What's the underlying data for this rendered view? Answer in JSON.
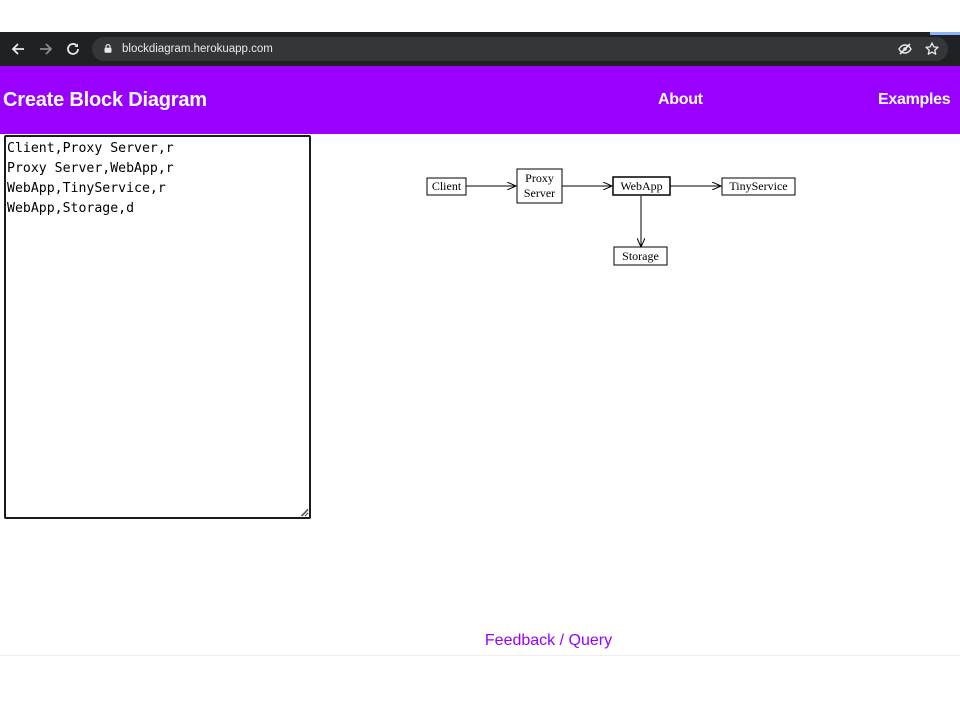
{
  "browser": {
    "url": "blockdiagram.herokuapp.com",
    "icons": {
      "back": "arrow-left-icon",
      "forward": "arrow-right-icon",
      "reload": "reload-icon",
      "lock": "lock-icon",
      "tracking": "eye-slash-icon",
      "bookmark": "star-icon"
    }
  },
  "header": {
    "brand": "Create Block Diagram",
    "nav": {
      "about": "About",
      "examples": "Examples"
    },
    "color": "#9900ff"
  },
  "editor": {
    "value": "Client,Proxy Server,r\nProxy Server,WebApp,r\nWebApp,TinyService,r\nWebApp,Storage,d"
  },
  "diagram": {
    "nodes": [
      {
        "id": "client",
        "lines": [
          "Client"
        ]
      },
      {
        "id": "proxy",
        "lines": [
          "Proxy",
          "Server"
        ]
      },
      {
        "id": "webapp",
        "lines": [
          "WebApp"
        ]
      },
      {
        "id": "tinyservice",
        "lines": [
          "TinyService"
        ]
      },
      {
        "id": "storage",
        "lines": [
          "Storage"
        ]
      }
    ],
    "edges": [
      {
        "from": "client",
        "to": "proxy",
        "dir": "r"
      },
      {
        "from": "proxy",
        "to": "webapp",
        "dir": "r"
      },
      {
        "from": "webapp",
        "to": "tinyservice",
        "dir": "r"
      },
      {
        "from": "webapp",
        "to": "storage",
        "dir": "d"
      }
    ]
  },
  "footer": {
    "feedback": "Feedback",
    "separator": "/",
    "query": "Query"
  }
}
